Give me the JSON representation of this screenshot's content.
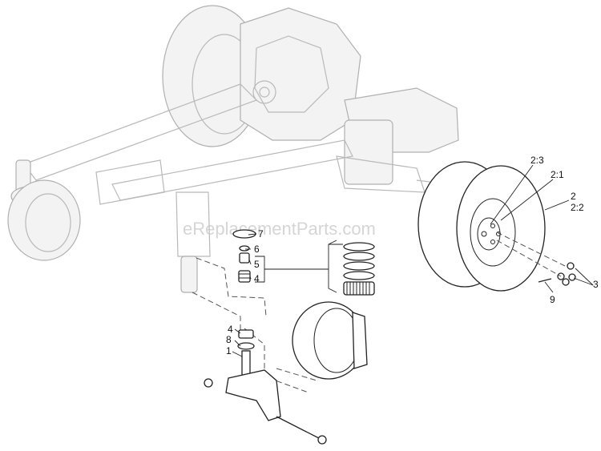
{
  "watermark": "eReplacementParts.com",
  "callouts": {
    "c7": "7",
    "c6": "6",
    "c5": "5",
    "c4a": "4",
    "c4b": "4",
    "c8": "8",
    "c1": "1",
    "c2_3": "2:3",
    "c2_1": "2:1",
    "c2": "2",
    "c2_2": "2:2",
    "c3": "3",
    "c9": "9"
  }
}
